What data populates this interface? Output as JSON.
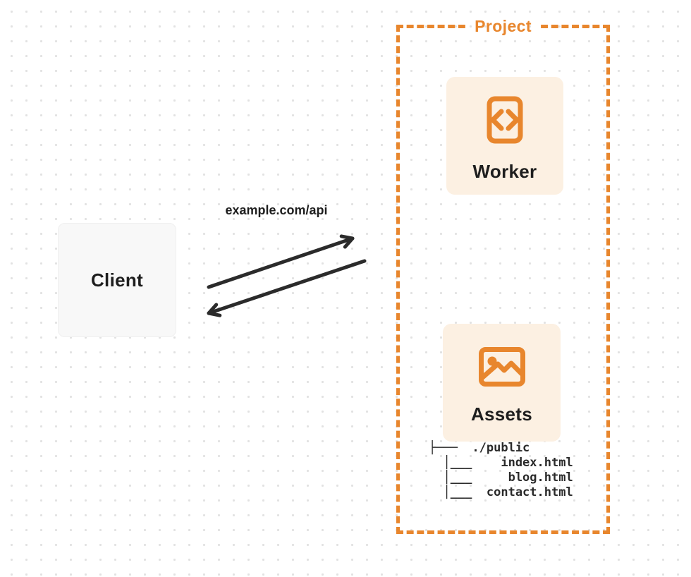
{
  "colors": {
    "accent_orange": "#e8862d",
    "card_cream": "#fcf0e2",
    "client_gray": "#f8f8f8",
    "text_dark": "#1e1e1e",
    "arrow_dark": "#2b2b2b",
    "dot_gray": "#e2e2e2"
  },
  "client": {
    "label": "Client"
  },
  "request": {
    "label": "example.com/api"
  },
  "project": {
    "label": "Project",
    "worker": {
      "label": "Worker",
      "icon": "code-file-icon"
    },
    "assets": {
      "label": "Assets",
      "icon": "image-icon"
    },
    "file_tree": {
      "root": "./public",
      "files": [
        "index.html",
        "blog.html",
        "contact.html"
      ],
      "text": "├───  ./public\n  │___    index.html\n  │___     blog.html\n  │___  contact.html"
    }
  }
}
